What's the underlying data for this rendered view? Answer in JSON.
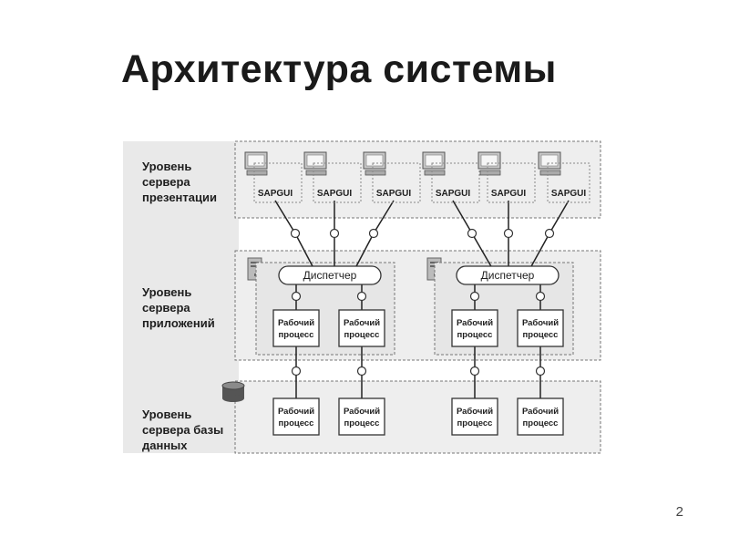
{
  "slide": {
    "title": "Архитектура системы",
    "page_number": "2"
  },
  "diagram": {
    "tiers": [
      {
        "label_lines": [
          "Уровень",
          "сервера",
          "презентации"
        ]
      },
      {
        "label_lines": [
          "Уровень",
          "сервера",
          "приложений"
        ]
      },
      {
        "label_lines": [
          "Уровень",
          "сервера базы",
          "данных"
        ]
      }
    ],
    "presentation_clients": [
      "SAPGUI",
      "SAPGUI",
      "SAPGUI",
      "SAPGUI",
      "SAPGUI",
      "SAPGUI"
    ],
    "dispatcher_label": "Диспетчер",
    "work_process_lines": [
      "Рабочий",
      "процесс"
    ]
  }
}
